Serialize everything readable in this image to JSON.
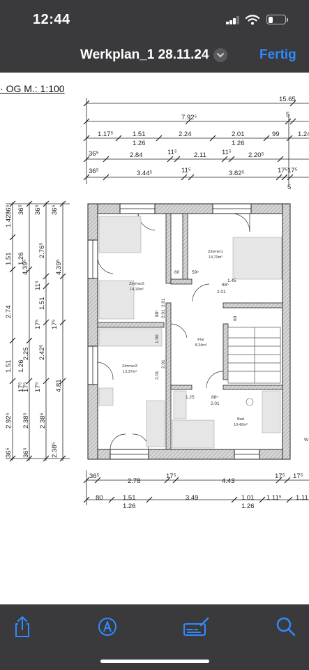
{
  "status_bar": {
    "time": "12:44"
  },
  "nav": {
    "title": "Werkplan_1 28.11.24",
    "done_label": "Fertig"
  },
  "plan": {
    "heading": "OG M.: 1:100",
    "top_dims": {
      "row1": [
        "15.65"
      ],
      "row2": [
        "7.92⁵",
        "5"
      ],
      "row3": [
        "1.17⁵",
        "1.51",
        "2.24",
        "2.01",
        "99",
        "1.24"
      ],
      "row3_sub": [
        "1.26",
        "1.26"
      ],
      "row4": [
        "36⁵",
        "2.84",
        "11⁵",
        "2.11",
        "11⁵",
        "2.20⁵"
      ],
      "row5": [
        "36⁵",
        "3.44⁵",
        "11⁵",
        "3.82⁵",
        "17⁵",
        "17⁵",
        "5"
      ]
    },
    "left_dims": {
      "col1": [
        "1.42⁵",
        "1.51",
        "2.74",
        "1.51",
        "2.92⁵",
        "36⁵",
        "36⁵"
      ],
      "col2": [
        "36⁵",
        "1.26",
        "1.26",
        "17⁵",
        "2.38⁵"
      ],
      "col3": [
        "36⁵",
        "4.39⁵",
        "11⁵",
        "2.25",
        "17⁵",
        "2.38⁵",
        "36⁵"
      ],
      "col4": [
        "36⁵",
        "2.76⁵",
        "1.51",
        "17⁵",
        "2.42⁵",
        "17⁵",
        "2.38⁵"
      ],
      "col5": [
        "4.39⁵",
        "17⁵",
        "4.81"
      ]
    },
    "rooms": [
      {
        "name": "Zimmer1",
        "area": "14,70m²"
      },
      {
        "name": "Zimmer2",
        "area": "14,16m²"
      },
      {
        "name": "Flur",
        "area": "8,34m²"
      },
      {
        "name": "Zimmer3",
        "area": "13,37m²"
      },
      {
        "name": "Bad",
        "area": "10,42m²"
      }
    ],
    "inner_dims": [
      "60",
      "59⁵",
      "1.45",
      "88⁵",
      "2.01",
      "2.01",
      "60",
      "88⁵",
      "2.01",
      "1.00",
      "2.01",
      "2.01",
      "1.25",
      "88⁵",
      "2.01",
      "W"
    ],
    "bottom_dims": {
      "row1": [
        "36⁵",
        "2.78",
        "17⁵",
        "4.43",
        "17⁵",
        "17⁵"
      ],
      "row2": [
        "80",
        "1.51",
        "3.49",
        "1.01",
        "1.11⁵",
        "1.11"
      ],
      "row2_sub": [
        "1.26",
        "1.26"
      ]
    }
  },
  "toolbar": {
    "share_icon": "share-icon",
    "markup_icon": "markup-pen-icon",
    "signature_icon": "signature-icon",
    "search_icon": "search-icon",
    "accent": "#2f8bff"
  }
}
